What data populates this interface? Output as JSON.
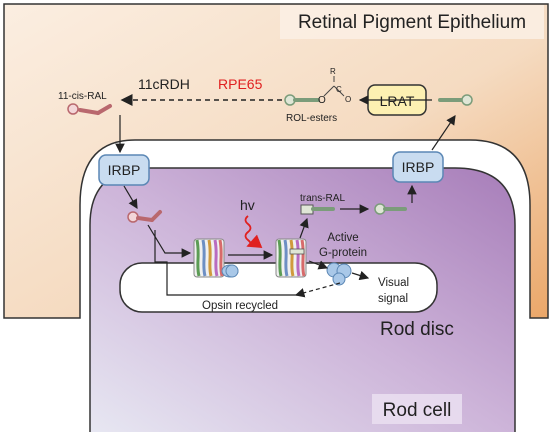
{
  "labels": {
    "rpe": "Retinal Pigment Epithelium",
    "cis_ral": "11-cis-RAL",
    "enzyme_11crdh": "11cRDH",
    "enzyme_rpe65": "RPE65",
    "rol_esters": "ROL-esters",
    "lrat": "LRAT",
    "irbp_left": "IRBP",
    "irbp_right": "IRBP",
    "trans_ral": "trans-RAL",
    "hv": "hv",
    "active_g_protein_line1": "Active",
    "active_g_protein_line2": "G-protein",
    "visual_signal_line1": "Visual",
    "visual_signal_line2": "signal",
    "opsin_recycled": "Opsin recycled",
    "rod_disc": "Rod disc",
    "rod_cell": "Rod cell",
    "ester_r": "R",
    "ester_c": "C",
    "ester_o1": "O",
    "ester_o2": "O"
  },
  "colors": {
    "rpe_fill": "#f6dcc4",
    "rpe_fill_dark": "#eeb27d",
    "rod_fill_light": "#e4e2ef",
    "rod_fill_dark": "#b692c4",
    "irbp_fill": "#c9dcf0",
    "irbp_stroke": "#5b87b5",
    "lrat_fill": "#fdf0b2",
    "rpe65_text": "#e02020",
    "hv_arrow": "#e02020",
    "retinal_pink": "#b9686e",
    "retinal_green": "#7b9c7a"
  }
}
